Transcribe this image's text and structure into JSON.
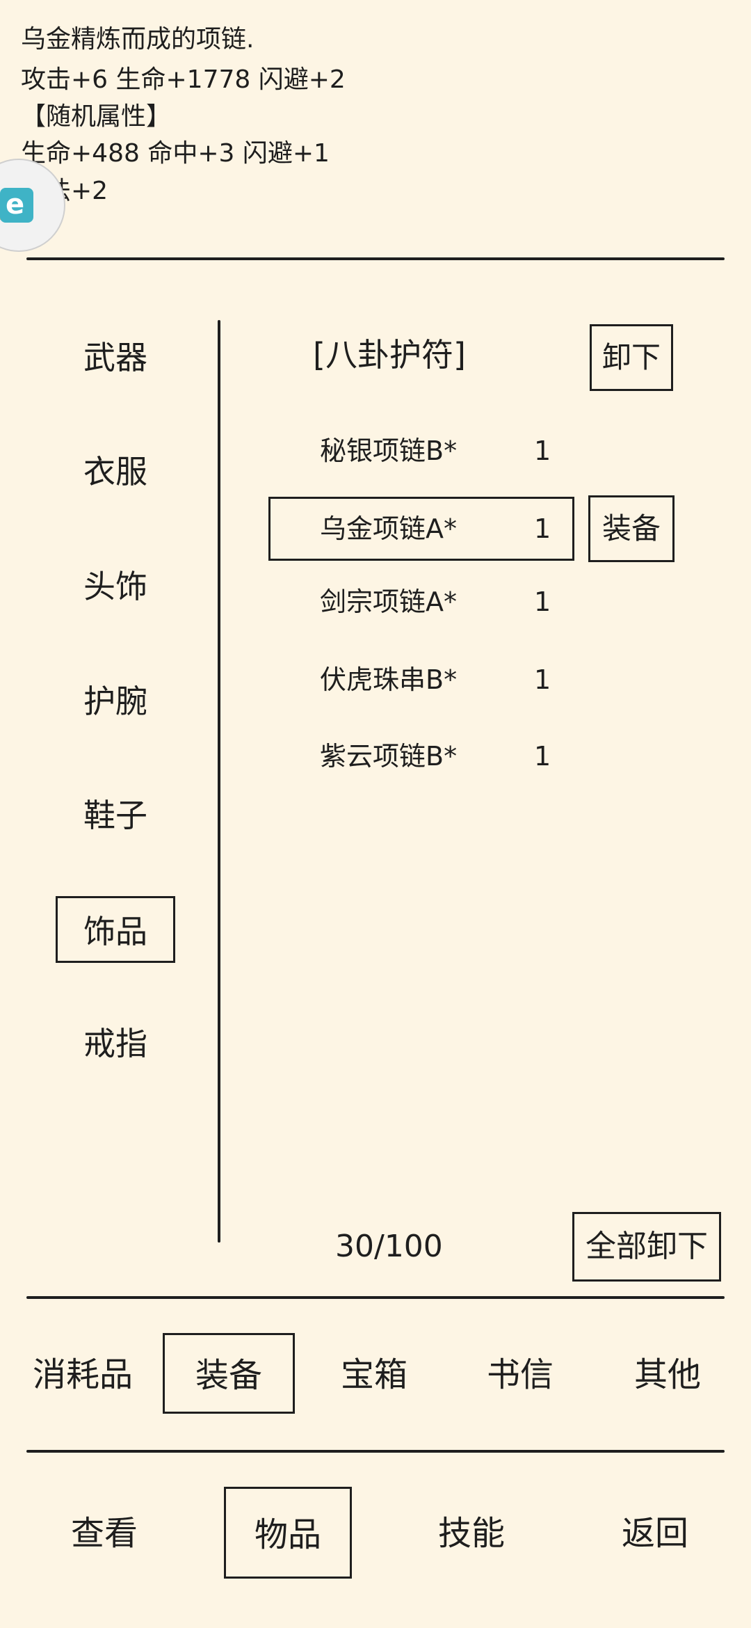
{
  "description": {
    "lines": [
      "乌金精炼而成的项链.",
      "攻击+6 生命+1778 闪避+2",
      "【随机属性】",
      "生命+488 命中+3 闪避+1",
      "身法+2"
    ]
  },
  "floating_button": {
    "icon": "app-shortcut-icon",
    "glyph": "e"
  },
  "categories": [
    {
      "label": "武器"
    },
    {
      "label": "衣服"
    },
    {
      "label": "头饰"
    },
    {
      "label": "护腕"
    },
    {
      "label": "鞋子"
    },
    {
      "label": "饰品",
      "selected": true
    },
    {
      "label": "戒指"
    }
  ],
  "equipped": {
    "name": "[八卦护符]",
    "unequip_label": "卸下"
  },
  "items": [
    {
      "name": "秘银项链B*",
      "qty": "1"
    },
    {
      "name": "乌金项链A*",
      "qty": "1",
      "selected": true
    },
    {
      "name": "剑宗项链A*",
      "qty": "1"
    },
    {
      "name": "伏虎珠串B*",
      "qty": "1"
    },
    {
      "name": "紫云项链B*",
      "qty": "1"
    }
  ],
  "equip_label": "装备",
  "capacity": "30/100",
  "unequip_all_label": "全部卸下",
  "tabs": [
    {
      "label": "消耗品"
    },
    {
      "label": "装备",
      "selected": true
    },
    {
      "label": "宝箱"
    },
    {
      "label": "书信"
    },
    {
      "label": "其他"
    }
  ],
  "nav": [
    {
      "label": "查看"
    },
    {
      "label": "物品",
      "selected": true
    },
    {
      "label": "技能"
    },
    {
      "label": "返回"
    }
  ],
  "colors": {
    "background": "#fdf5e4",
    "ink": "#1e1e1e"
  }
}
